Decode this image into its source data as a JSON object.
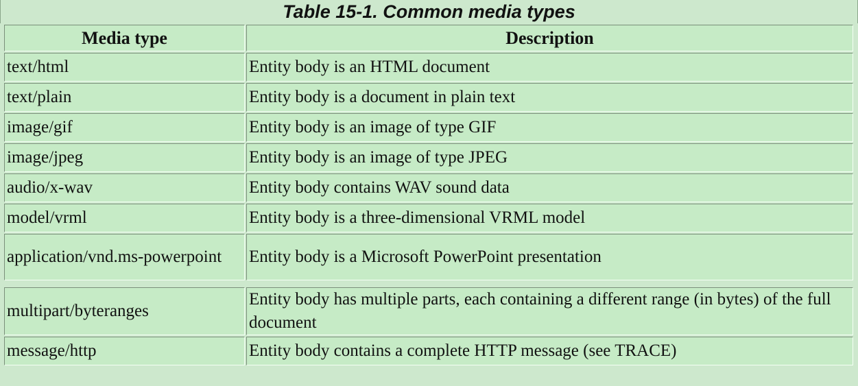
{
  "caption": "Table 15-1. Common media types",
  "headers": [
    "Media type",
    "Description"
  ],
  "rows": [
    {
      "type": "text/html",
      "desc": "Entity body is an HTML document"
    },
    {
      "type": "text/plain",
      "desc": "Entity body is a document in plain text"
    },
    {
      "type": "image/gif",
      "desc": "Entity body is an image of type GIF"
    },
    {
      "type": "image/jpeg",
      "desc": "Entity body is an image of type JPEG"
    },
    {
      "type": "audio/x-wav",
      "desc": "Entity body contains WAV sound data"
    },
    {
      "type": "model/vrml",
      "desc": "Entity body is a three-dimensional VRML model"
    },
    {
      "type": "application/vnd.ms-powerpoint",
      "desc": "Entity body is a Microsoft PowerPoint presentation"
    },
    {
      "type": "multipart/byteranges",
      "desc": "Entity body has multiple parts, each containing a different range (in bytes) of the full document"
    },
    {
      "type": "message/http",
      "desc": "Entity body contains a complete HTTP message (see TRACE)"
    }
  ]
}
